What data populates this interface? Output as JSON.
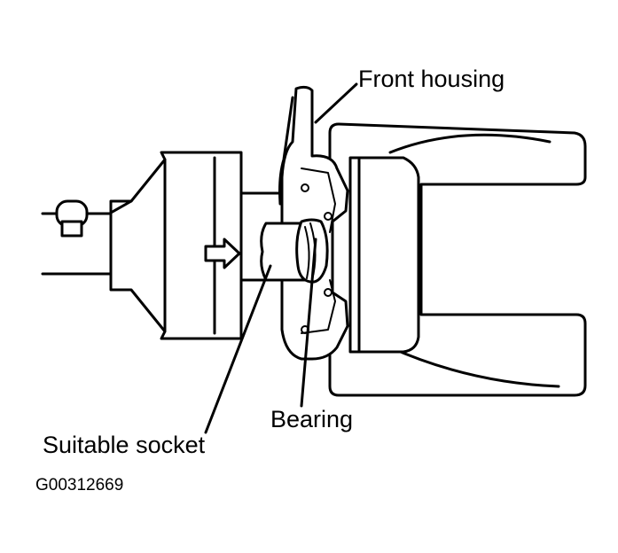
{
  "labels": {
    "front_housing": "Front housing",
    "bearing": "Bearing",
    "suitable_socket": "Suitable socket",
    "figure_id": "G00312669"
  }
}
